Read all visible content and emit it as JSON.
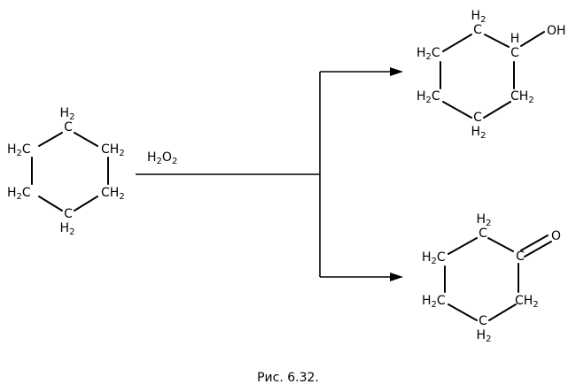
{
  "reagent": {
    "h": "H",
    "sub1": "2",
    "o": "O",
    "sub2": "2"
  },
  "caption": "Рис. 6.32.",
  "labels": {
    "c": "C",
    "h": "H",
    "two": "2",
    "oh": "OH",
    "o": "O"
  }
}
